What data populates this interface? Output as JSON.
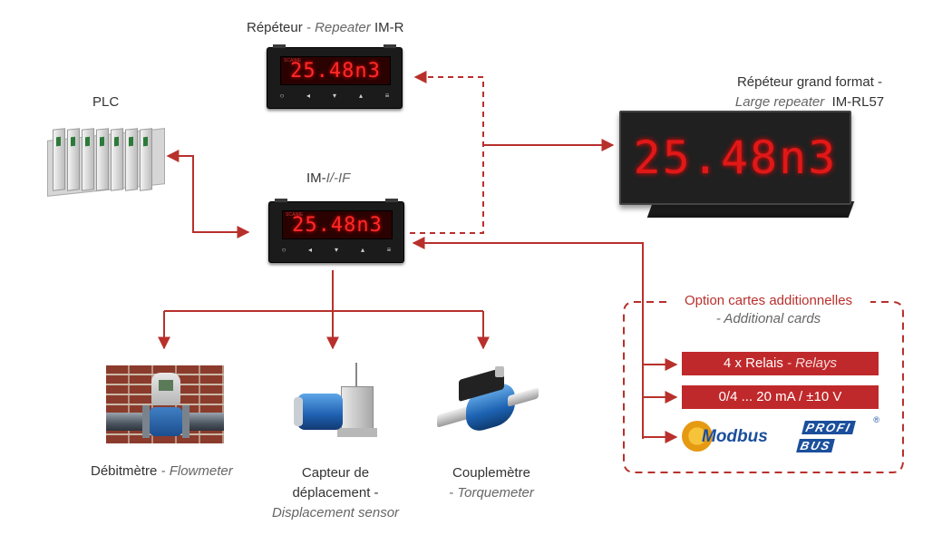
{
  "colors": {
    "accent": "#b8302c",
    "bar_fill": "#c0292b",
    "display_red": "#ff2a2a",
    "brand_blue": "#1b4f9c"
  },
  "repeater": {
    "label_main": "Répéteur",
    "sep": " - ",
    "label_alt": "Repeater",
    "model": " IM-R"
  },
  "large_repeater": {
    "line1": "Répéteur grand format -",
    "line2_alt": "Large repeater",
    "model": "IM-RL57"
  },
  "plc": {
    "label": "PLC"
  },
  "main_unit": {
    "prefix": "IM-",
    "mid": "I/-IF"
  },
  "display": {
    "value": "25.48n3",
    "brand": "SCAIME"
  },
  "meter_keys": [
    "○",
    "◂",
    "▾",
    "▴",
    "≡"
  ],
  "options": {
    "title_main": "Option cartes additionnelles",
    "title_alt": "- Additional cards",
    "relays_main": "4 x Relais",
    "relays_sep": " - ",
    "relays_alt": "Relays",
    "analog": "0/4 ... 20 mA / ±10 V",
    "modbus": "Modbus",
    "profibus_top": "PROFI",
    "profibus_bottom": "BUS",
    "registered": "®"
  },
  "sensors": {
    "flowmeter": {
      "main": "Débitmètre",
      "sep": " - ",
      "alt": "Flowmeter"
    },
    "displacement": {
      "line1": "Capteur de",
      "line2": "déplacement -",
      "alt": "Displacement sensor"
    },
    "torquemeter": {
      "main": "Couplemètre",
      "alt": "- Torquemeter"
    }
  }
}
